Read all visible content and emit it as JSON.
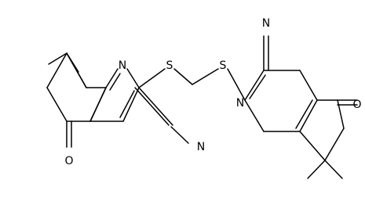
{
  "atoms": {
    "left_nitrile_n": "N",
    "left_ring_n": "N",
    "left_s": "S",
    "right_s": "S",
    "right_ring_n": "N",
    "right_nitrile_n": "N",
    "left_ketone_o": "O",
    "right_ketone_o": "O"
  },
  "colors": {
    "line": "#000000",
    "background": "#ffffff"
  }
}
